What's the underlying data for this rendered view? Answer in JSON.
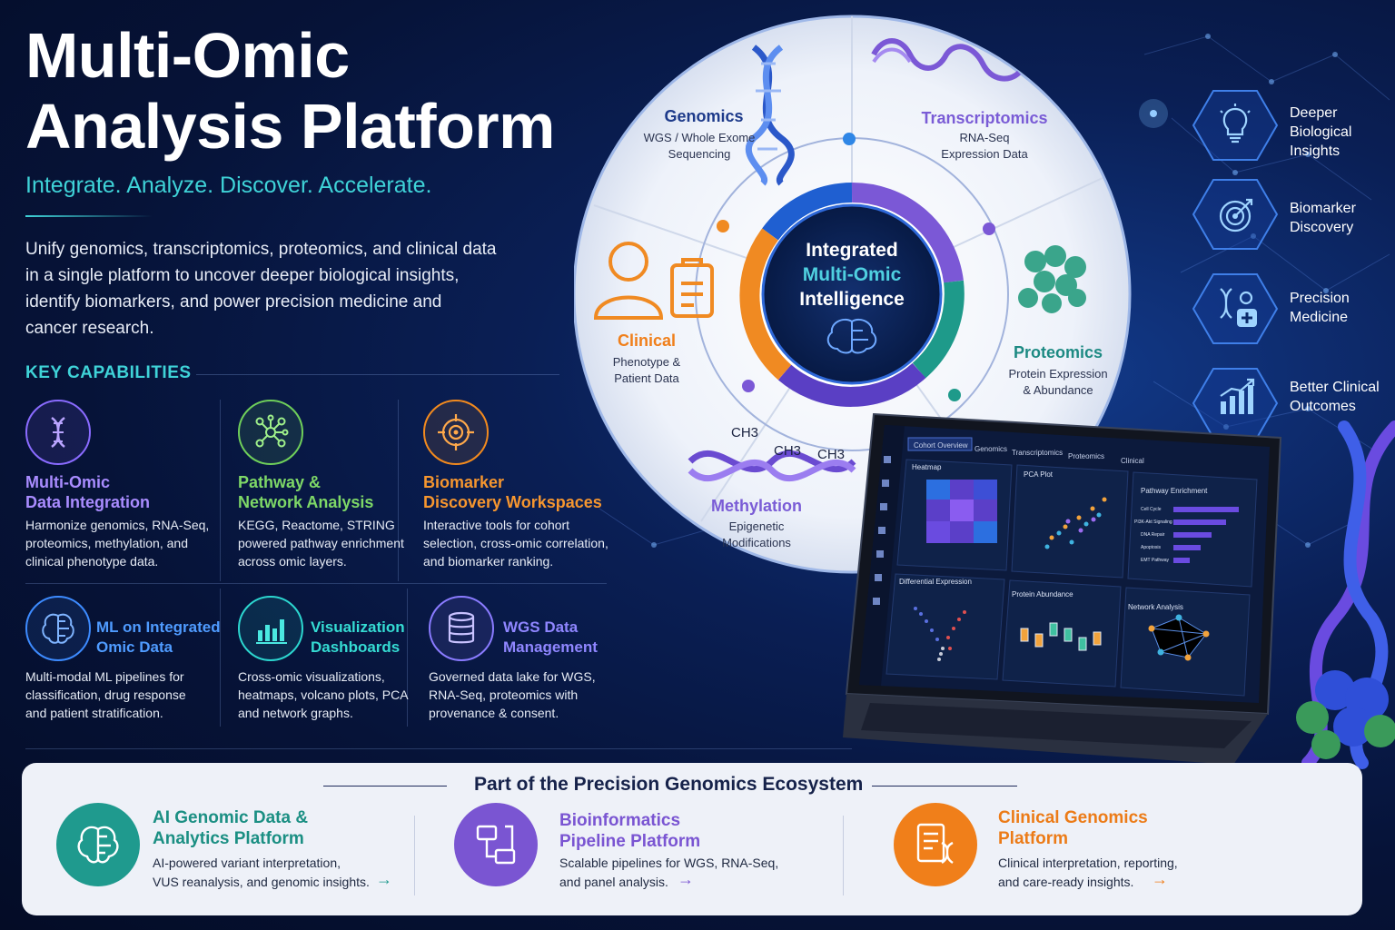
{
  "header": {
    "title_line1": "Multi-Omic",
    "title_line2": "Analysis Platform",
    "tagline": "Integrate. Analyze. Discover. Accelerate.",
    "intro": "Unify genomics, transcriptomics, proteomics, and clinical data in a single platform to uncover deeper biological insights, identify biomarkers, and power precision medicine and cancer research."
  },
  "capabilities": {
    "heading": "KEY CAPABILITIES",
    "items": [
      {
        "title_l1": "Multi-Omic",
        "title_l2": "Data Integration",
        "desc": [
          "Harmonize genomics, RNA-Seq,",
          "proteomics, methylation, and",
          "clinical phenotype data."
        ],
        "icon": "dna-icon",
        "color": "#8a6bff"
      },
      {
        "title_l1": "Pathway &",
        "title_l2": "Network Analysis",
        "desc": [
          "KEGG, Reactome, STRING",
          "powered pathway enrichment",
          "across omic layers."
        ],
        "icon": "network-icon",
        "color": "#6fcf5a"
      },
      {
        "title_l1": "Biomarker",
        "title_l2": "Discovery Workspaces",
        "desc": [
          "Interactive tools for cohort",
          "selection, cross-omic correlation,",
          "and biomarker ranking."
        ],
        "icon": "target-icon",
        "color": "#f28a1e"
      },
      {
        "title_l1": "ML on Integrated",
        "title_l2": "Omic Data",
        "desc": [
          "Multi-modal ML pipelines for",
          "classification, drug response",
          "and patient stratification."
        ],
        "icon": "brain-icon",
        "color": "#3d8bff"
      },
      {
        "title_l1": "Visualization",
        "title_l2": "Dashboards",
        "desc": [
          "Cross-omic visualizations,",
          "heatmaps, volcano plots, PCA",
          "and network graphs."
        ],
        "icon": "bar-chart-icon",
        "color": "#2cd6cf"
      },
      {
        "title_l1": "WGS Data",
        "title_l2": "Management",
        "desc": [
          "Governed data lake for WGS,",
          "RNA-Seq, proteomics with",
          "provenance & consent."
        ],
        "icon": "database-icon",
        "color": "#8a7bff"
      }
    ]
  },
  "wheel": {
    "core": [
      "Integrated",
      "Multi-Omic",
      "Intelligence"
    ],
    "segments": [
      {
        "title": "Genomics",
        "sub": [
          "WGS / Whole Exome",
          "Sequencing"
        ],
        "color": "#1d3a8a"
      },
      {
        "title": "Transcriptomics",
        "sub": [
          "RNA-Seq",
          "Expression Data"
        ],
        "color": "#7a5cd6"
      },
      {
        "title": "Proteomics",
        "sub": [
          "Protein Expression",
          "& Abundance"
        ],
        "color": "#1d8a83"
      },
      {
        "title": "Methylation",
        "sub": [
          "Epigenetic",
          "Modifications"
        ],
        "color": "#7a5cd6"
      },
      {
        "title": "Clinical",
        "sub": [
          "Phenotype &",
          "Patient Data"
        ],
        "color": "#f07f1a"
      }
    ],
    "methyl_labels": [
      "CH3",
      "CH3",
      "CH3"
    ]
  },
  "outcomes": [
    {
      "label": [
        "Deeper",
        "Biological",
        "Insights"
      ],
      "icon": "lightbulb-icon"
    },
    {
      "label": [
        "Biomarker",
        "Discovery"
      ],
      "icon": "target-icon"
    },
    {
      "label": [
        "Precision",
        "Medicine"
      ],
      "icon": "dna-person-icon"
    },
    {
      "label": [
        "Better Clinical",
        "Outcomes"
      ],
      "icon": "growth-chart-icon"
    }
  ],
  "dashboard": {
    "tabs": [
      "Cohort Overview",
      "Genomics",
      "Transcriptomics",
      "Proteomics",
      "Clinical"
    ],
    "panels": [
      "Heatmap",
      "PCA Plot",
      "Pathway Enrichment",
      "Differential Expression",
      "Protein Abundance",
      "Network Analysis"
    ],
    "pathways": [
      "Cell Cycle",
      "PI3K-Akt Signaling",
      "DNA Repair",
      "Apoptosis",
      "EMT Pathway"
    ]
  },
  "ecosystem": {
    "heading": "Part of the Precision Genomics Ecosystem",
    "items": [
      {
        "title_l1": "AI Genomic Data &",
        "title_l2": "Analytics Platform",
        "desc_l1": "AI-powered variant interpretation,",
        "desc_l2": "VUS reanalysis, and genomic insights.",
        "arrow": "→",
        "color": "#1f9a8e",
        "icon": "brain-icon"
      },
      {
        "title_l1": "Bioinformatics",
        "title_l2": "Pipeline Platform",
        "desc_l1": "Scalable pipelines for WGS, RNA-Seq,",
        "desc_l2": "and panel analysis.",
        "arrow": "→",
        "color": "#7a55d2",
        "icon": "workflow-icon"
      },
      {
        "title_l1": "Clinical Genomics",
        "title_l2": "Platform",
        "desc_l1": "Clinical interpretation, reporting,",
        "desc_l2": "and care-ready insights.",
        "arrow": "→",
        "color": "#f07f1a",
        "icon": "report-dna-icon"
      }
    ]
  }
}
